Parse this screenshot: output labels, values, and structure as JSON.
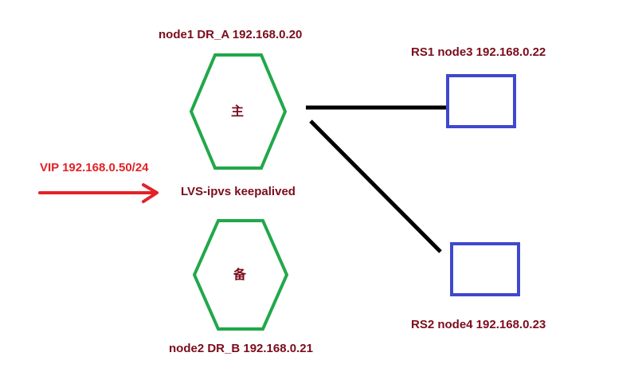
{
  "nodes": {
    "master": {
      "label": "node1 DR_A 192.168.0.20",
      "role": "主"
    },
    "backup": {
      "label": "node2 DR_B 192.168.0.21",
      "role": "备"
    },
    "rs1": {
      "label": "RS1 node3 192.168.0.22"
    },
    "rs2": {
      "label": "RS2 node4 192.168.0.23"
    }
  },
  "vip": {
    "label": "VIP 192.168.0.50/24"
  },
  "cluster": {
    "label": "LVS-ipvs  keepalived"
  },
  "colors": {
    "hexagon": "#21a84a",
    "server_box": "#3f48cc",
    "link": "#000000",
    "vip_arrow": "#e32227",
    "text_dark": "#7b0c1b",
    "text_red": "#e32227"
  }
}
